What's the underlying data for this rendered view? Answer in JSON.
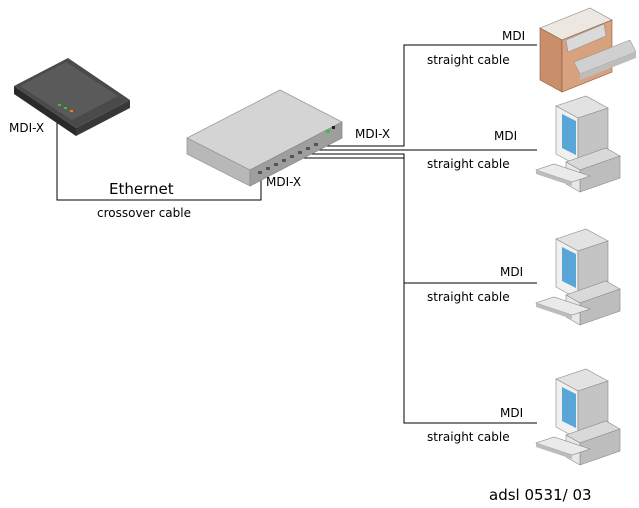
{
  "modem": {
    "port_label": "MDI-X"
  },
  "hub": {
    "uplink_label": "MDI-X",
    "downlink_label": "MDI-X"
  },
  "ethernet_link": {
    "title": "Ethernet",
    "cable": "crossover cable"
  },
  "printer_link": {
    "port": "MDI",
    "cable": "straight cable"
  },
  "pc1_link": {
    "port": "MDI",
    "cable": "straight cable"
  },
  "pc2_link": {
    "port": "MDI",
    "cable": "straight cable"
  },
  "pc3_link": {
    "port": "MDI",
    "cable": "straight cable"
  },
  "footer": {
    "ref": "adsl 0531/ 03"
  }
}
